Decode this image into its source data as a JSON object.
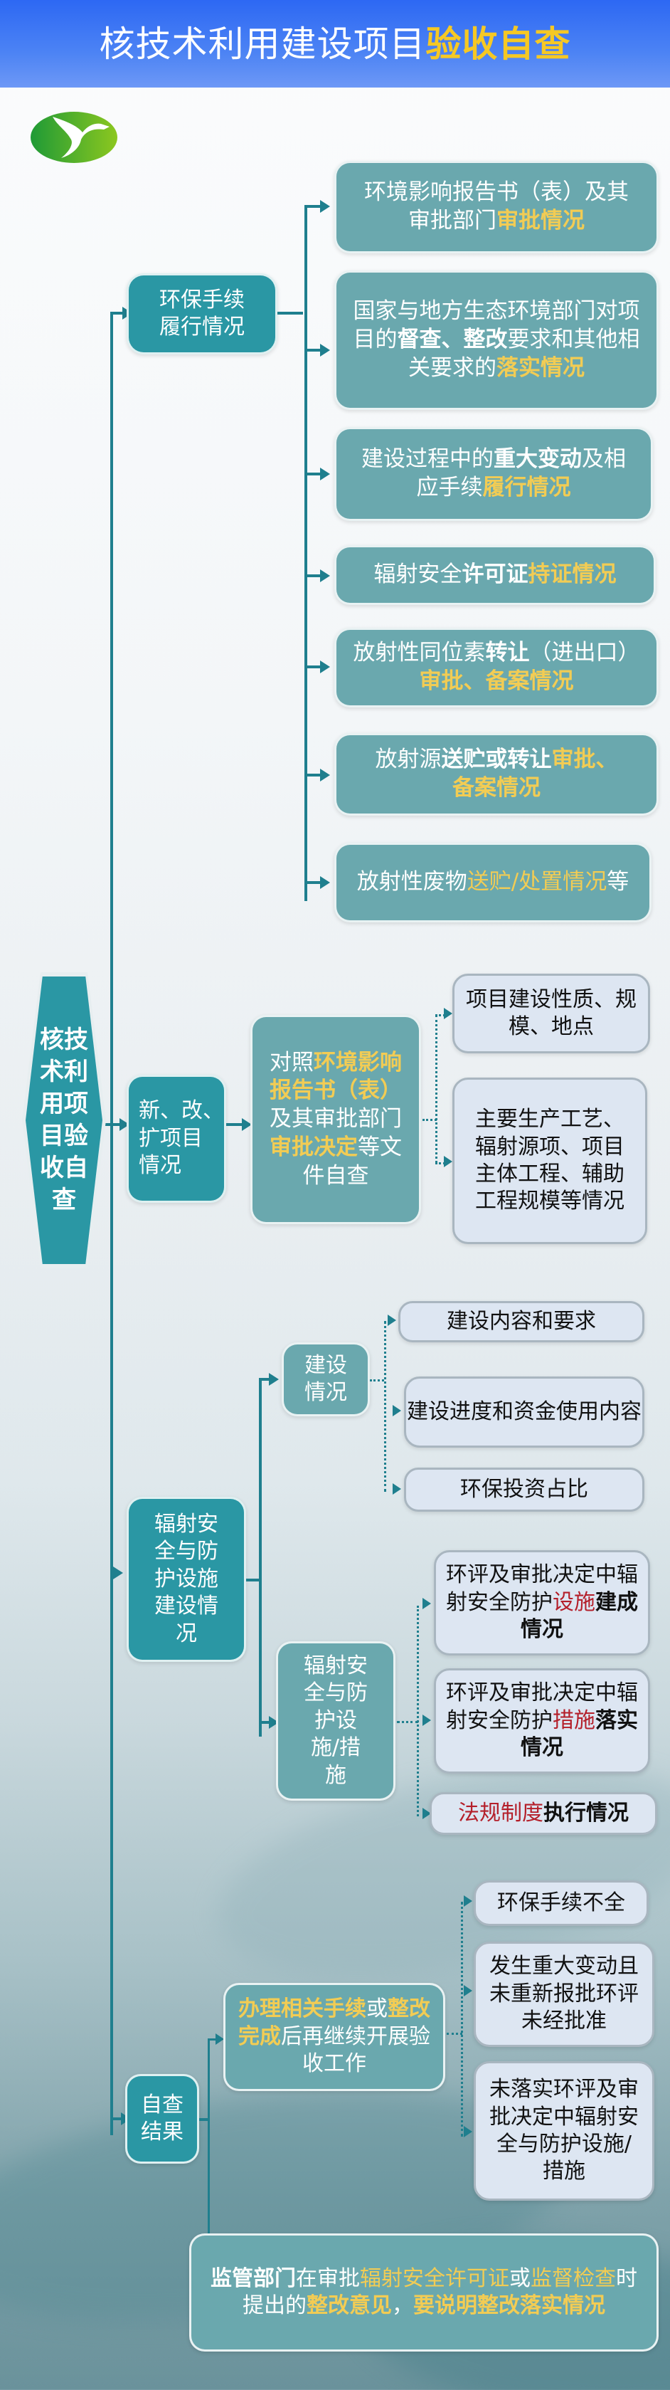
{
  "header": {
    "title_plain": "核技术利用建设项目",
    "title_highlight": "验收自查"
  },
  "colors": {
    "header_bg": "#2d68f3",
    "highlight_yellow": "#f6c824",
    "node_teal": "#2a97a4",
    "node_sage": "#6aa8ae",
    "node_pale": "#dde6f2",
    "connector": "#1f7f8e",
    "red_text": "#b41f2a"
  },
  "logo": {
    "icon": "green-bird-leaf-logo"
  },
  "root": {
    "label": "核技术利用项目验收自查",
    "lines": [
      "核技",
      "术利",
      "用项",
      "目验",
      "收自",
      "查"
    ]
  },
  "branches": {
    "procedures": {
      "label_lines": [
        "环保手续",
        "履行情况"
      ],
      "items": [
        {
          "parts": [
            {
              "t": "环境影响报告书（表）及其审批部门",
              "s": "plain"
            },
            {
              "t": "审批情况",
              "s": "yellow"
            }
          ]
        },
        {
          "parts": [
            {
              "t": "国家与地方生态环境部门对项目的",
              "s": "plain"
            },
            {
              "t": "督查、整改",
              "s": "bold"
            },
            {
              "t": "要求和其他相关要求的",
              "s": "plain"
            },
            {
              "t": "落实情况",
              "s": "yellow"
            }
          ]
        },
        {
          "parts": [
            {
              "t": "建设过程中的",
              "s": "plain"
            },
            {
              "t": "重大变动",
              "s": "bold"
            },
            {
              "t": "及相应手续",
              "s": "plain"
            },
            {
              "t": "履行情况",
              "s": "yellow"
            }
          ]
        },
        {
          "parts": [
            {
              "t": "辐射安全",
              "s": "plain"
            },
            {
              "t": "许可证",
              "s": "bold"
            },
            {
              "t": "持证情况",
              "s": "yellow"
            }
          ]
        },
        {
          "parts": [
            {
              "t": "放射性同位素",
              "s": "plain"
            },
            {
              "t": "转让",
              "s": "bold"
            },
            {
              "t": "（进出口）",
              "s": "plain"
            },
            {
              "t": "审批、备案情况",
              "s": "yellow"
            }
          ]
        },
        {
          "parts": [
            {
              "t": "放射源",
              "s": "plain"
            },
            {
              "t": "送贮或转让",
              "s": "bold"
            },
            {
              "t": "审批、备案情况",
              "s": "yellow"
            }
          ]
        },
        {
          "parts": [
            {
              "t": "放射性废物",
              "s": "plain"
            },
            {
              "t": "送贮/处置情况",
              "s": "yellow"
            },
            {
              "t": "等",
              "s": "plain"
            }
          ]
        }
      ]
    },
    "new_projects": {
      "label_lines": [
        "新、改、",
        "扩项目",
        "情况"
      ],
      "compare": {
        "parts": [
          {
            "t": "对照",
            "s": "plain"
          },
          {
            "t": "环境影响报告书（表）",
            "s": "yellow"
          },
          {
            "t": "及其审批部门",
            "s": "plain"
          },
          {
            "t": "审批决定",
            "s": "yellow"
          },
          {
            "t": "等文件自查",
            "s": "plain"
          }
        ]
      },
      "items": [
        {
          "text": "项目建设性质、规模、地点"
        },
        {
          "text": "主要生产工艺、辐射源项、项目主体工程、辅助工程规模等情况"
        }
      ]
    },
    "radiation_safety": {
      "label_lines": [
        "辐射安",
        "全与防",
        "护设施",
        "建设情",
        "况"
      ],
      "construction": {
        "label_lines": [
          "建设",
          "情况"
        ],
        "items": [
          {
            "text": "建设内容和要求"
          },
          {
            "text": "建设进度和资金使用内容"
          },
          {
            "text": "环保投资占比"
          }
        ]
      },
      "facilities": {
        "label_lines": [
          "辐射安",
          "全与防",
          "护设",
          "施/措",
          "施"
        ],
        "items": [
          {
            "parts": [
              {
                "t": "环评及审批决定中辐射安全防护",
                "s": "plain"
              },
              {
                "t": "设施",
                "s": "red"
              },
              {
                "t": "建成情况",
                "s": "bold"
              }
            ]
          },
          {
            "parts": [
              {
                "t": "环评及审批决定中辐射安全防护",
                "s": "plain"
              },
              {
                "t": "措施",
                "s": "red"
              },
              {
                "t": "落实情况",
                "s": "bold"
              }
            ]
          },
          {
            "parts": [
              {
                "t": "法规制度",
                "s": "red"
              },
              {
                "t": "执行情况",
                "s": "bold"
              }
            ]
          }
        ]
      }
    },
    "results": {
      "label_lines": [
        "自查",
        "结果"
      ],
      "action": {
        "parts": [
          {
            "t": "办理相关手续",
            "s": "yellow"
          },
          {
            "t": "或",
            "s": "plain"
          },
          {
            "t": "整改完成",
            "s": "yellow"
          },
          {
            "t": "后再继续开展验收工作",
            "s": "plain"
          }
        ]
      },
      "conditions": [
        {
          "text": "环保手续不全"
        },
        {
          "text": "发生重大变动且未重新报批环评未经批准"
        },
        {
          "text": "未落实环评及审批决定中辐射安全与防护设施/措施"
        }
      ],
      "regulator_note": {
        "parts": [
          {
            "t": "监管部门",
            "s": "bold"
          },
          {
            "t": "在审批",
            "s": "plain"
          },
          {
            "t": "辐射安全许可证",
            "s": "yellow"
          },
          {
            "t": "或",
            "s": "plain"
          },
          {
            "t": "监督检查",
            "s": "yellow"
          },
          {
            "t": "时提出的",
            "s": "plain"
          },
          {
            "t": "整改意见",
            "s": "yellowbold"
          },
          {
            "t": "，",
            "s": "plain"
          },
          {
            "t": "要说明整改落实情况",
            "s": "yellowbold"
          }
        ]
      }
    }
  }
}
